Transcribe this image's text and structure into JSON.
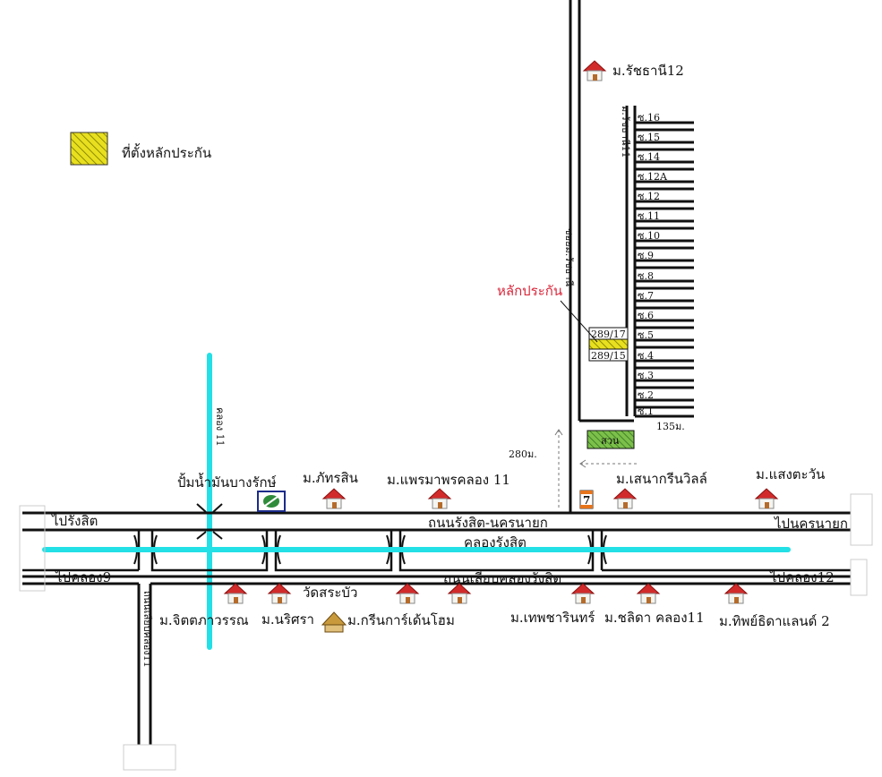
{
  "legend": {
    "text": "ที่ตั้งหลักประกัน",
    "icon": "hatched-yellow-square"
  },
  "collateral": {
    "label": "หลักประกัน",
    "plot_upper": "289/17",
    "plot_lower": "289/15",
    "color": "#e8df1f"
  },
  "park": {
    "label": "สวน",
    "color": "#7cc04a"
  },
  "roads": {
    "main_road": "ถนนรังสิต-นครนายก",
    "frontage_road": "ถนนเลียบคลองรังสิต",
    "to_rangsit": "ไปรังสิต",
    "to_nakhon_nayok": "ไปนครนายก",
    "to_khlong9": "ไปคลอง9",
    "to_khlong12": "ไปคลอง12",
    "khlong11_road": "ถนนเลียบคลอง11",
    "soi_main": "ซอยม.รัชธานี",
    "soi_inner": "ม.รัชธานี11"
  },
  "canals": {
    "khlong_rangsit": "คลองรังสิต",
    "khlong_11": "คลอง 11",
    "color": "#22e0e6"
  },
  "distances": {
    "d280": "280ม.",
    "d135": "135ม."
  },
  "sois": [
    "ซ.16",
    "ซ.15",
    "ซ.14",
    "ซ.12A",
    "ซ.12",
    "ซ.11",
    "ซ.10",
    "ซ.9",
    "ซ.8",
    "ซ.7",
    "ซ.6",
    "ซ.5",
    "ซ.4",
    "ซ.3",
    "ซ.2",
    "ซ.1"
  ],
  "places": {
    "ratchathani12": "ม.รัชธานี12",
    "gas_station": "ปั้มน้ำมันบางรักษ์",
    "phattarasin": "ม.ภัทรสิน",
    "praemaporn": "ม.แพรมาพรคลอง 11",
    "senagreenville": "ม.เสนากรีนวิลล์",
    "saengtawan": "ม.แสงตะวัน",
    "wat": "วัดสระบัว",
    "chitpawan": "ม.จิตตภาวรรณ",
    "nirisara": "ม.นริศรา",
    "greengarden": "ม.กรีนการ์เด้นโฮม",
    "thepcharin": "ม.เทพชารินทร์",
    "chalida": "ม.ชลิดา คลอง11",
    "thipthida": "ม.ทิพย์ธิดาแลนด์ 2"
  },
  "icons": {
    "house": "house-icon",
    "temple": "temple-icon",
    "gas": "gas-station-icon",
    "store": "seven-eleven-icon"
  }
}
